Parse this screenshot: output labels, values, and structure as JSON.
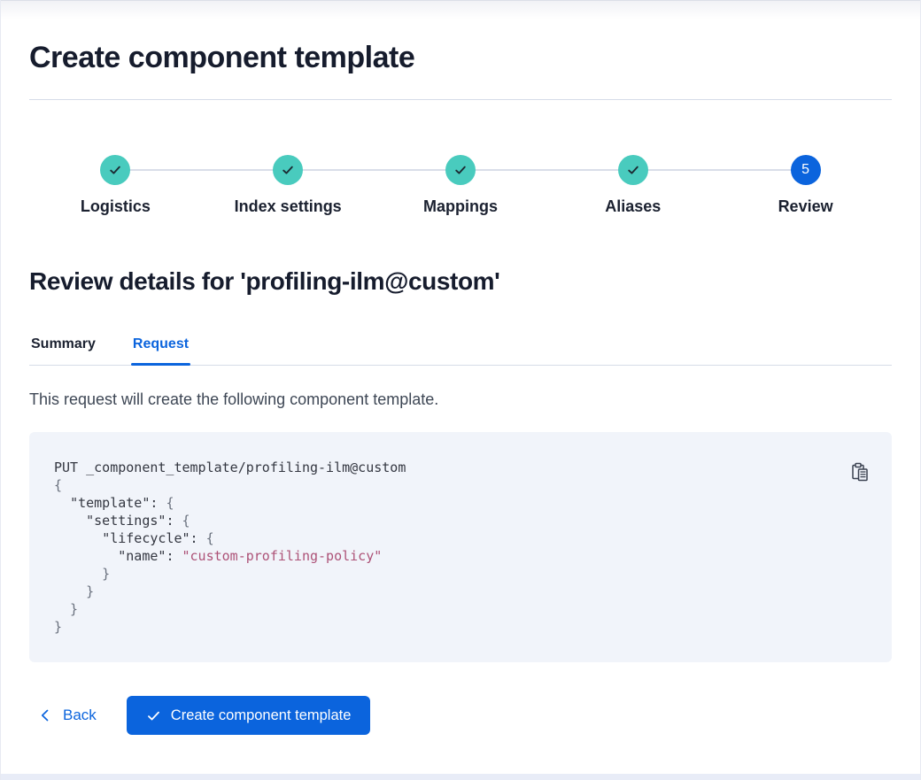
{
  "page": {
    "title": "Create component template"
  },
  "stepper": {
    "steps": [
      {
        "label": "Logistics",
        "status": "complete",
        "icon": "check-icon"
      },
      {
        "label": "Index settings",
        "status": "complete",
        "icon": "check-icon"
      },
      {
        "label": "Mappings",
        "status": "complete",
        "icon": "check-icon"
      },
      {
        "label": "Aliases",
        "status": "complete",
        "icon": "check-icon"
      },
      {
        "label": "Review",
        "status": "current",
        "number": "5"
      }
    ]
  },
  "review": {
    "heading": "Review details for 'profiling-ilm@custom'",
    "tabs": [
      {
        "label": "Summary",
        "selected": false
      },
      {
        "label": "Request",
        "selected": true
      }
    ],
    "description": "This request will create the following component template."
  },
  "code": {
    "copy_icon": "copy-clipboard-icon",
    "lines": [
      [
        {
          "t": "PUT _component_template/profiling-ilm@custom",
          "c": "plain"
        }
      ],
      [
        {
          "t": "{",
          "c": "punct"
        }
      ],
      [
        {
          "t": "  ",
          "c": "plain"
        },
        {
          "t": "\"template\"",
          "c": "key"
        },
        {
          "t": ": ",
          "c": "plain"
        },
        {
          "t": "{",
          "c": "punct"
        }
      ],
      [
        {
          "t": "    ",
          "c": "plain"
        },
        {
          "t": "\"settings\"",
          "c": "key"
        },
        {
          "t": ": ",
          "c": "plain"
        },
        {
          "t": "{",
          "c": "punct"
        }
      ],
      [
        {
          "t": "      ",
          "c": "plain"
        },
        {
          "t": "\"lifecycle\"",
          "c": "key"
        },
        {
          "t": ": ",
          "c": "plain"
        },
        {
          "t": "{",
          "c": "punct"
        }
      ],
      [
        {
          "t": "        ",
          "c": "plain"
        },
        {
          "t": "\"name\"",
          "c": "key"
        },
        {
          "t": ": ",
          "c": "plain"
        },
        {
          "t": "\"custom-profiling-policy\"",
          "c": "string"
        }
      ],
      [
        {
          "t": "      }",
          "c": "punct"
        }
      ],
      [
        {
          "t": "    }",
          "c": "punct"
        }
      ],
      [
        {
          "t": "  }",
          "c": "punct"
        }
      ],
      [
        {
          "t": "}",
          "c": "punct"
        }
      ]
    ]
  },
  "footer": {
    "back_label": "Back",
    "back_icon": "chevron-left-icon",
    "create_label": "Create component template",
    "create_icon": "check-icon"
  },
  "colors": {
    "primary_blue": "#0B64DD",
    "success_teal": "#49CBBE",
    "check_on_teal": "#1C2B33",
    "heading_text": "#161C2D",
    "body_text": "#3E4755",
    "code_text": "#343741",
    "code_punctuation": "#69707D",
    "code_string": "#AD5277",
    "code_background": "#F1F4FA",
    "divider": "#D6DCE8",
    "bottom_strip": "#E8ECF7"
  }
}
